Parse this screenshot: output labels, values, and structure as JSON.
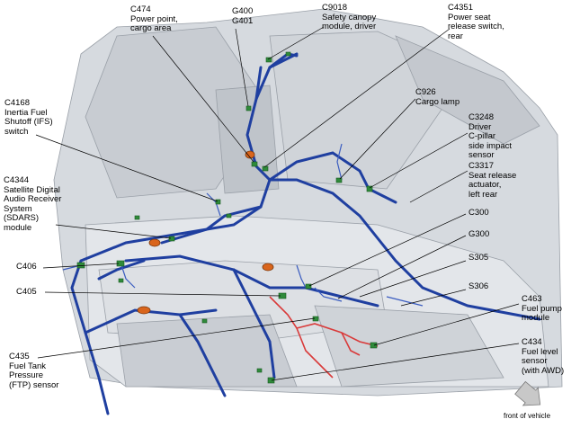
{
  "labels": {
    "c474": [
      "C474",
      "Power point,",
      "cargo area"
    ],
    "g400": [
      "G400",
      "G401"
    ],
    "c9018": [
      "C9018",
      "Safety canopy",
      "module, driver"
    ],
    "c4351": [
      "C4351",
      "Power seat",
      "release switch,",
      "rear"
    ],
    "c4168": [
      "C4168",
      "Inertia Fuel",
      "Shutoff (IFS)",
      "switch"
    ],
    "c926": [
      "C926",
      "Cargo lamp"
    ],
    "c3248": [
      "C3248",
      "Driver",
      "C-pillar",
      "side impact",
      "sensor"
    ],
    "c3317": [
      "C3317",
      "Seat release",
      "actuator,",
      "left rear"
    ],
    "c4344": [
      "C4344",
      "Satellite Digital",
      "Audio Receiver",
      "System",
      "(SDARS)",
      "module"
    ],
    "c300": [
      "C300"
    ],
    "g300": [
      "G300"
    ],
    "s305": [
      "S305"
    ],
    "c406": [
      "C406"
    ],
    "s306": [
      "S306"
    ],
    "c405": [
      "C405"
    ],
    "c463": [
      "C463",
      "Fuel pump",
      "module"
    ],
    "c434": [
      "C434",
      "Fuel level",
      "sensor",
      "(with AWD)"
    ],
    "c435": [
      "C435",
      "Fuel Tank",
      "Pressure",
      "(FTP) sensor"
    ]
  },
  "front_of_vehicle": "front of vehicle",
  "colors": {
    "harness": "#1f3fa0",
    "fuel_harness": "#d93a3a",
    "connector": "#2f8a3a",
    "grommet": "#d9651c",
    "body": "#cfd3d8",
    "leader": "#000000"
  }
}
